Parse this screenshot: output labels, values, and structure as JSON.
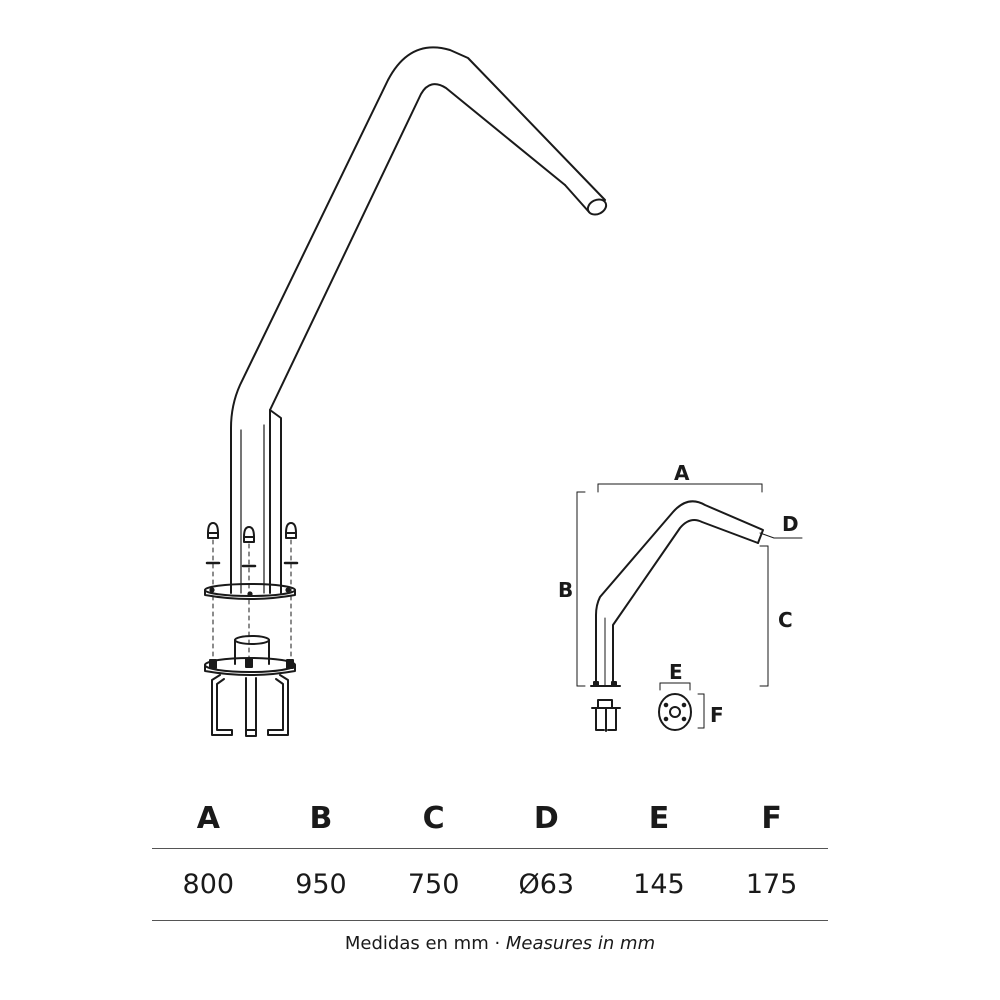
{
  "diagram": {
    "labels": {
      "a": "A",
      "b": "B",
      "c": "C",
      "d": "D",
      "e": "E",
      "f": "F"
    }
  },
  "table": {
    "headers": [
      "A",
      "B",
      "C",
      "D",
      "E",
      "F"
    ],
    "values": [
      "800",
      "950",
      "750",
      "Ø63",
      "145",
      "175"
    ]
  },
  "caption": {
    "spanish": "Medidas en mm",
    "separator": " · ",
    "english": "Measures in mm"
  },
  "colors": {
    "line": "#1a1a1a",
    "rule": "#555555"
  }
}
